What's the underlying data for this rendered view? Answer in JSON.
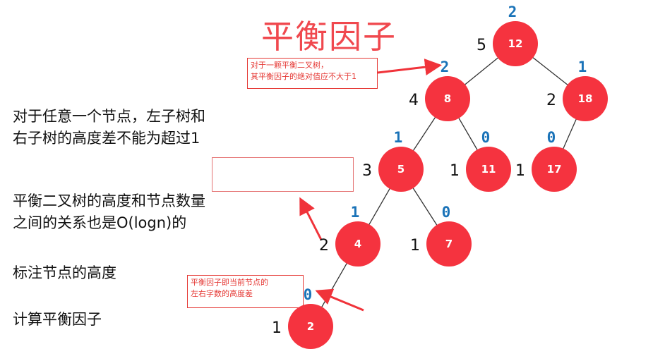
{
  "title": "平衡因子",
  "notes": {
    "properties": [
      "对于任意一个节点，左子树和",
      "右子树的高度差不能为超过1"
    ],
    "relation": [
      "平衡二叉树的高度和节点数量",
      "之间的关系也是O(logn)的"
    ],
    "mark_height": "标注节点的高度",
    "calc_factor": "计算平衡因子"
  },
  "callouts": {
    "balance_rule": [
      "对于一颗平衡二叉树，",
      "其平衡因子的绝对值应不大于1"
    ],
    "factor_def": [
      "平衡因子即当前节点的",
      "左右字数的高度差"
    ]
  },
  "colors": {
    "node": "#f5333f",
    "factor": "#1a73b8",
    "annotation": "#e53935"
  },
  "tree": {
    "nodes": [
      {
        "value": "12",
        "height": "5",
        "factor": "2",
        "parent": null
      },
      {
        "value": "8",
        "height": "4",
        "factor": "2",
        "parent": 0
      },
      {
        "value": "18",
        "height": "2",
        "factor": "1",
        "parent": 0
      },
      {
        "value": "5",
        "height": "3",
        "factor": "1",
        "parent": 1
      },
      {
        "value": "11",
        "height": "1",
        "factor": "0",
        "parent": 1
      },
      {
        "value": "17",
        "height": "1",
        "factor": "0",
        "parent": 2
      },
      {
        "value": "4",
        "height": "2",
        "factor": "1",
        "parent": 3
      },
      {
        "value": "7",
        "height": "1",
        "factor": "0",
        "parent": 3
      },
      {
        "value": "2",
        "height": "1",
        "factor": "0",
        "parent": 6
      }
    ]
  }
}
